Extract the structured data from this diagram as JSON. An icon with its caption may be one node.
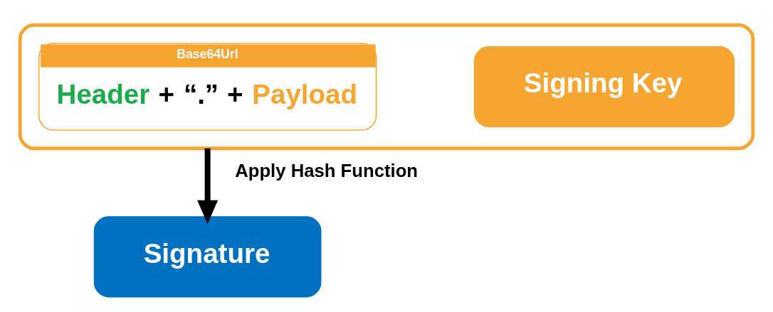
{
  "diagram": {
    "nodes": [
      {
        "text": [],
        "shape": "box"
      },
      {
        "text": [
          "Base64Url",
          "Header + “.” + Payload"
        ],
        "in": 0
      },
      {
        "text": [
          "Signing Key"
        ],
        "in": 0
      },
      {
        "text": [
          "Signature"
        ]
      }
    ],
    "edges": [
      {
        "from": 0,
        "to": 3,
        "arrow": "to",
        "label": "Apply Hash Function"
      }
    ]
  }
}
